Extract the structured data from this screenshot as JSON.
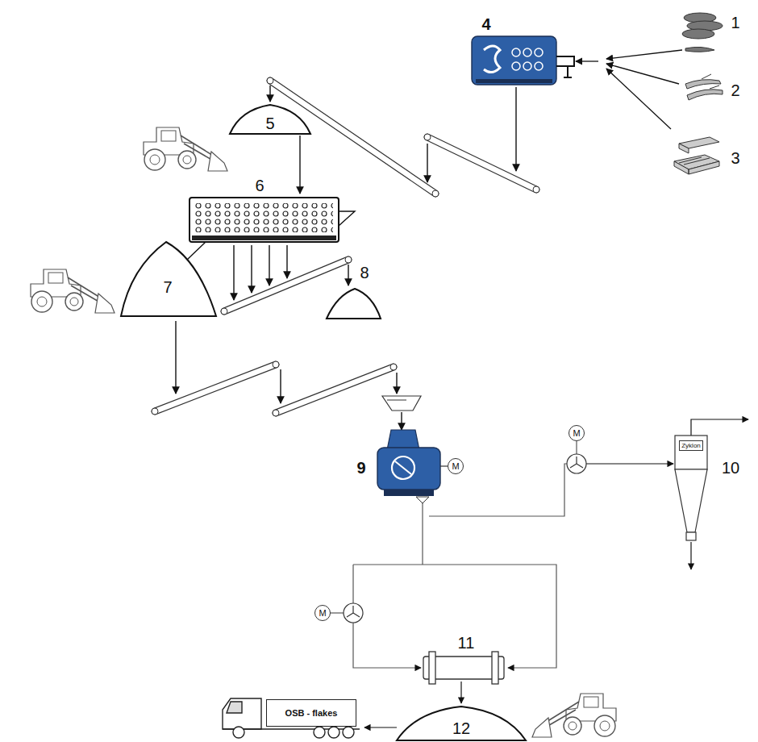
{
  "diagram": {
    "nodes": [
      {
        "text": [
          "M"
        ]
      },
      {
        "text": [
          "Zyklon"
        ]
      },
      {
        "text": [
          "M"
        ]
      },
      {
        "text": [
          "M"
        ]
      },
      {
        "text": [
          "OSB - flakes"
        ]
      }
    ],
    "labels": [
      "1",
      "4",
      "2",
      "3",
      "5",
      "6",
      "7",
      "8",
      "9",
      "10",
      "11",
      "12"
    ]
  }
}
